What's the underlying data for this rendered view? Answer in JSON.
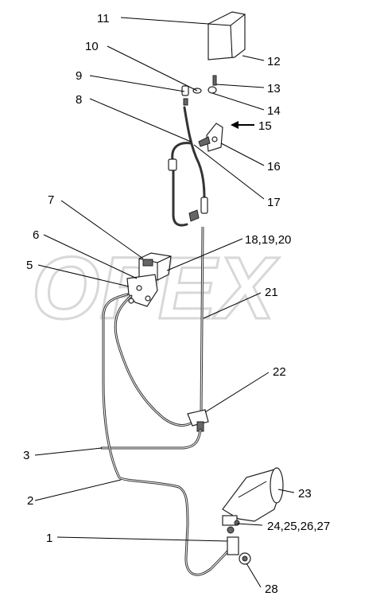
{
  "watermark": {
    "text": "OPEX"
  },
  "callouts": [
    {
      "id": "c11",
      "label": "11"
    },
    {
      "id": "c12",
      "label": "12"
    },
    {
      "id": "c10",
      "label": "10"
    },
    {
      "id": "c13",
      "label": "13"
    },
    {
      "id": "c9",
      "label": "9"
    },
    {
      "id": "c14",
      "label": "14"
    },
    {
      "id": "c8",
      "label": "8"
    },
    {
      "id": "c15",
      "label": "15"
    },
    {
      "id": "c16",
      "label": "16"
    },
    {
      "id": "c17",
      "label": "17"
    },
    {
      "id": "c7",
      "label": "7"
    },
    {
      "id": "c6",
      "label": "6"
    },
    {
      "id": "c18",
      "label": "18,19,20"
    },
    {
      "id": "c5",
      "label": "5"
    },
    {
      "id": "c21",
      "label": "21"
    },
    {
      "id": "c22",
      "label": "22"
    },
    {
      "id": "c3",
      "label": "3"
    },
    {
      "id": "c2",
      "label": "2"
    },
    {
      "id": "c23",
      "label": "23"
    },
    {
      "id": "c1",
      "label": "1"
    },
    {
      "id": "c24",
      "label": "24,25,26,27"
    },
    {
      "id": "c28",
      "label": "28"
    }
  ]
}
